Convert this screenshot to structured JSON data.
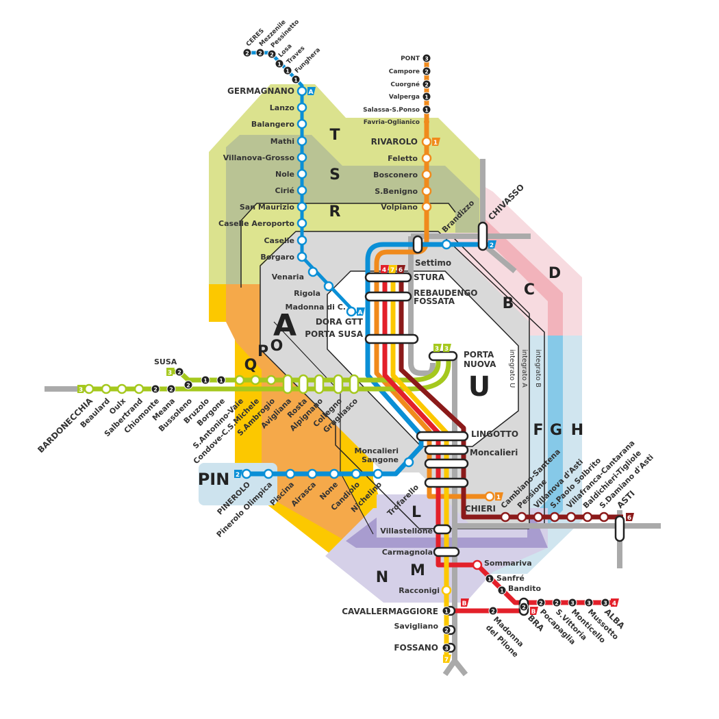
{
  "colors": {
    "lineA": "#0a8fd6",
    "line1": "#f08a1c",
    "line2": "#0a8fd6",
    "line3": "#a5c81e",
    "line4": "#e3202a",
    "line6": "#8b1a1a",
    "line7": "#fcc800",
    "rail": "#aaaaaa",
    "zoneT": "#dbe28e",
    "zoneS": "#b9c394",
    "zoneR": "#dde48f",
    "zoneA": "#d9d9d9",
    "zoneQ": "#fcc800",
    "zoneP": "#f5a94a",
    "zoneO": "#fcc800",
    "zoneB": "#f7dbe0",
    "zoneC": "#f2b3bb",
    "zoneD": "#f7dbe0",
    "zoneF": "#d0e5ef",
    "zoneG": "#86c9e8",
    "zoneH": "#d0e5ef",
    "zoneL": "#d5d0e8",
    "zoneM": "#a89ccf",
    "zoneN": "#d5d0e8",
    "zonePIN": "#cde3ee",
    "badge": "#222222"
  },
  "zones": [
    "T",
    "S",
    "R",
    "A",
    "O",
    "P",
    "Q",
    "B",
    "C",
    "D",
    "F",
    "G",
    "H",
    "L",
    "M",
    "N",
    "U",
    "PIN"
  ],
  "integrato": [
    "integrato U",
    "integrato A",
    "integrato B"
  ],
  "tags": {
    "A": "A",
    "1": "1",
    "2": "2",
    "3": "3",
    "4": "4",
    "6": "6",
    "7": "7",
    "B": "B"
  },
  "lines": {
    "A": {
      "stations": [
        {
          "name": "CERES",
          "zone": "2"
        },
        {
          "name": "Mezzenile",
          "zone": "2"
        },
        {
          "name": "Pessinetto",
          "zone": "2"
        },
        {
          "name": "Losa",
          "zone": "1"
        },
        {
          "name": "Traves",
          "zone": "1"
        },
        {
          "name": "Funghera",
          "zone": "1"
        },
        {
          "name": "GERMAGNANO"
        },
        {
          "name": "Lanzo"
        },
        {
          "name": "Balangero"
        },
        {
          "name": "Mathi"
        },
        {
          "name": "Villanova-Grosso"
        },
        {
          "name": "Nole"
        },
        {
          "name": "Cirié"
        },
        {
          "name": "San Maurizio"
        },
        {
          "name": "Caselle Aeroporto"
        },
        {
          "name": "Caselle"
        },
        {
          "name": "Borgaro"
        },
        {
          "name": "Venaria"
        },
        {
          "name": "Rigola"
        },
        {
          "name": "Madonna di C."
        }
      ]
    },
    "1": {
      "stations": [
        {
          "name": "PONT",
          "zone": "3"
        },
        {
          "name": "Campore",
          "zone": "2"
        },
        {
          "name": "Cuorgné",
          "zone": "2"
        },
        {
          "name": "Valperga",
          "zone": "1"
        },
        {
          "name": "Salassa-S.Ponso",
          "zone": "1"
        },
        {
          "name": "Favria-Oglianico"
        },
        {
          "name": "RIVAROLO"
        },
        {
          "name": "Feletto"
        },
        {
          "name": "Bosconero"
        },
        {
          "name": "S.Benigno"
        },
        {
          "name": "Volpiano"
        },
        {
          "name": "CHIERI"
        }
      ]
    },
    "2": {
      "stations": [
        {
          "name": "PINEROLO"
        },
        {
          "name": "Pinerolo Olimpica"
        },
        {
          "name": "Piscina"
        },
        {
          "name": "Airasca"
        },
        {
          "name": "None"
        },
        {
          "name": "Candiolo"
        },
        {
          "name": "Nichelino"
        },
        {
          "name": "Moncalieri",
          "name2": "Sangone"
        },
        {
          "name": "Brandizzo"
        },
        {
          "name": "CHIVASSO"
        }
      ]
    },
    "3": {
      "stations": [
        {
          "name": "BARDONECCHIA"
        },
        {
          "name": "Beaulard"
        },
        {
          "name": "Oulx"
        },
        {
          "name": "Salbertrand"
        },
        {
          "name": "Chiomonte",
          "zone": "2"
        },
        {
          "name": "Meana",
          "zone": "2"
        },
        {
          "name": "Bussoleno",
          "zone": "2"
        },
        {
          "name": "SUSA",
          "zone": "2"
        },
        {
          "name": "Bruzolo",
          "zone": "1"
        },
        {
          "name": "Borgone",
          "zone": "1"
        },
        {
          "name": "S.Antonino-Vaie"
        },
        {
          "name": "Condove-C.S.Michele"
        },
        {
          "name": "S.Ambrogio"
        },
        {
          "name": "Avigliana"
        },
        {
          "name": "Rosta"
        },
        {
          "name": "Alpignano"
        },
        {
          "name": "Collegno"
        },
        {
          "name": "Grugliasco"
        }
      ]
    },
    "4": {
      "stations": [
        {
          "name": "Sommariva"
        },
        {
          "name": "Sanfré",
          "zone": "1"
        },
        {
          "name": "Bandito",
          "zone": "1"
        },
        {
          "name": "BRA",
          "zone": "2"
        },
        {
          "name": "Pocapaglia",
          "zone": "2"
        },
        {
          "name": "S.Vittoria",
          "zone": "2"
        },
        {
          "name": "Monticello",
          "zone": "3"
        },
        {
          "name": "Mussotto",
          "zone": "3"
        },
        {
          "name": "ALBA",
          "zone": "3"
        }
      ]
    },
    "B": {
      "stations": [
        {
          "name": "CAVALLERMAGGIORE",
          "zone": "1"
        },
        {
          "name": "Madonna",
          "name2": "del Pilone",
          "zone": "2"
        }
      ]
    },
    "6": {
      "stations": [
        {
          "name": "Cambiano-Santena"
        },
        {
          "name": "Pessione"
        },
        {
          "name": "Villanova d'Asti"
        },
        {
          "name": "S.Paolo Solbrito"
        },
        {
          "name": "Villafranca-Cantarana"
        },
        {
          "name": "Baldichieri-Tigliole"
        },
        {
          "name": "S.Damiano d'Asti"
        },
        {
          "name": "ASTI"
        }
      ]
    },
    "7": {
      "stations": [
        {
          "name": "Villastellone"
        },
        {
          "name": "Carmagnola"
        },
        {
          "name": "Racconigi"
        },
        {
          "name": "Savigliano",
          "zone": "2"
        },
        {
          "name": "FOSSANO",
          "zone": "3"
        }
      ]
    }
  },
  "hubs": {
    "settimo": "Settimo",
    "stura": "STURA",
    "rebaudengo": "REBAUDENGO",
    "fossata": "FOSSATA",
    "dora": "DORA GTT",
    "porta_susa": "PORTA SUSA",
    "porta": "PORTA",
    "nuova": "NUOVA",
    "lingotto": "LINGOTTO",
    "moncalieri": "Moncalieri",
    "trofarello": "Trofarello"
  }
}
